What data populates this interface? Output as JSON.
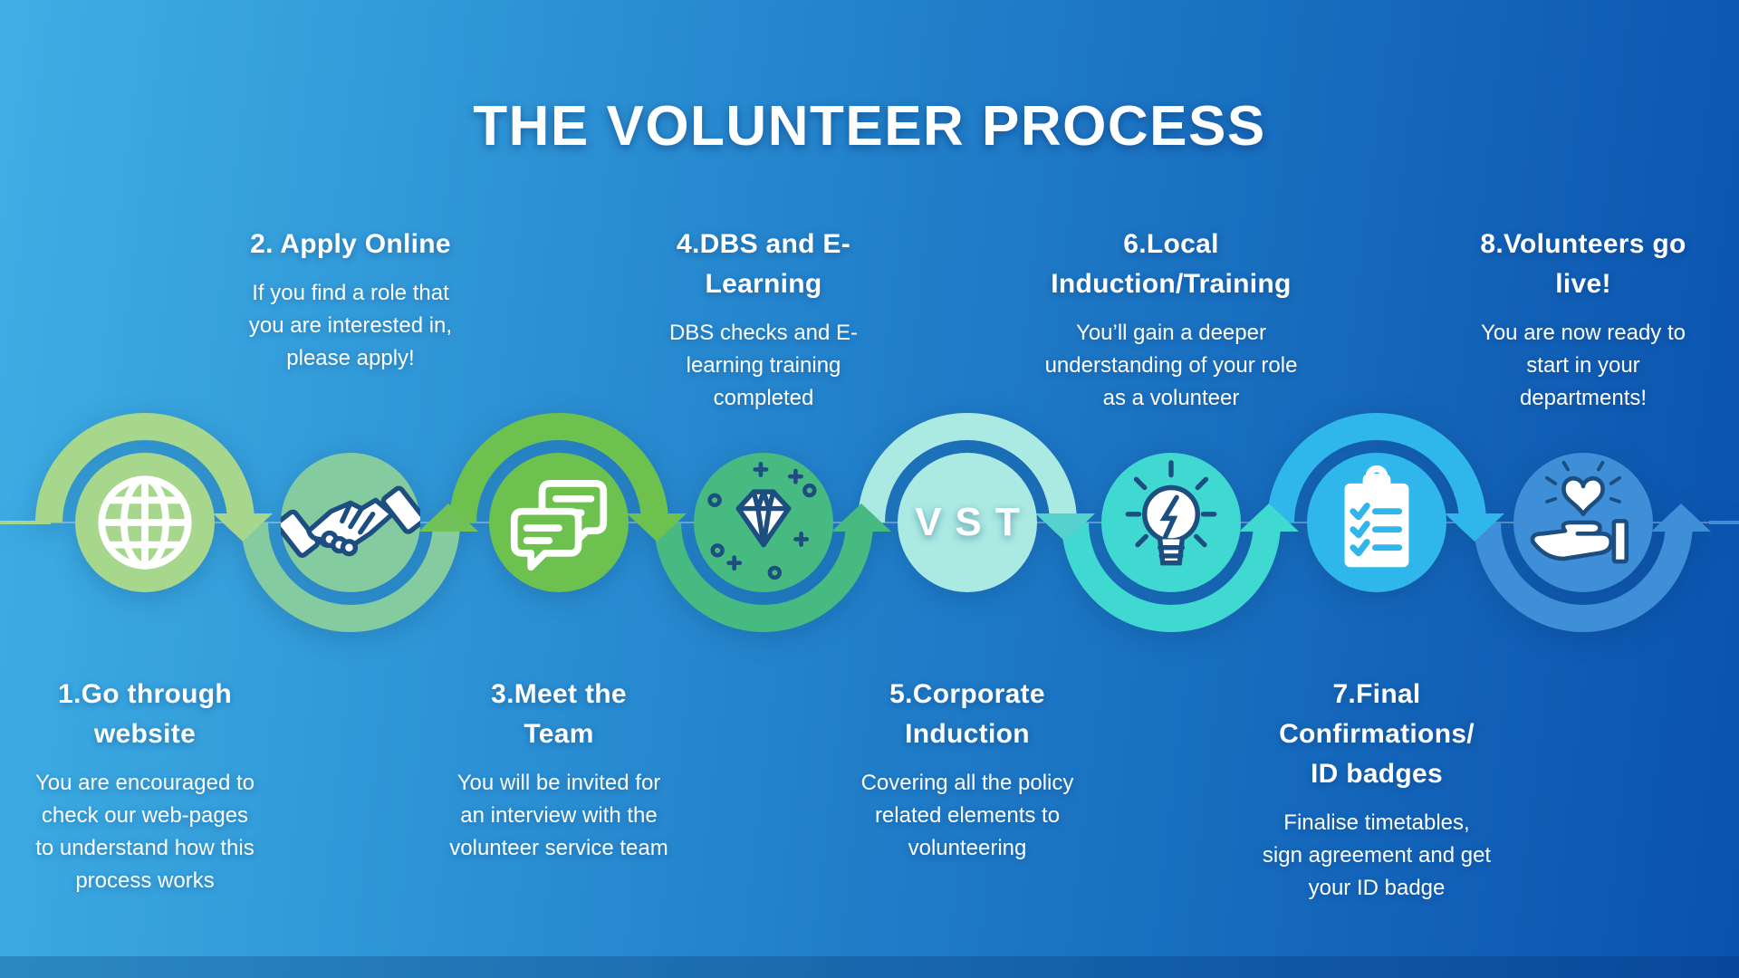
{
  "title": "THE VOLUNTEER PROCESS",
  "palette": {
    "bg_left": "#3FAFE5",
    "bg_mid": "#2383CC",
    "bg_right": "#0A52AE",
    "icon_navy": "#1D4E80",
    "white": "#FFFFFF",
    "footer_shade": "rgba(4,38,95,0.25)"
  },
  "steps": [
    {
      "id": 1,
      "title": "1.Go through\nwebsite",
      "description": "You are encouraged to\ncheck our web-pages\nto understand how this\nprocess works",
      "color": "#A6D78D",
      "icon": "globe-icon",
      "label_position": "bottom"
    },
    {
      "id": 2,
      "title": "2. Apply Online",
      "description": "If you find a role that\nyou are interested in,\nplease apply!",
      "color": "#85CBA0",
      "icon": "handshake-icon",
      "label_position": "top"
    },
    {
      "id": 3,
      "title": "3.Meet the\nTeam",
      "description": "You will be invited for\nan interview with the\nvolunteer service team",
      "color": "#6CC14F",
      "icon": "chat-bubbles-icon",
      "label_position": "bottom"
    },
    {
      "id": 4,
      "title": "4.DBS and E-\nLearning",
      "description": "DBS checks and E-\nlearning training\ncompleted",
      "color": "#47BA81",
      "icon": "diamond-icon",
      "label_position": "top"
    },
    {
      "id": 5,
      "title": "5.Corporate\nInduction",
      "description": "Covering all the policy\nrelated elements to\nvolunteering",
      "color": "#ABEAE3",
      "icon": "vst-badge",
      "vst": "VST",
      "label_position": "bottom"
    },
    {
      "id": 6,
      "title": "6.Local\nInduction/Training",
      "description": "You’ll gain a deeper\nunderstanding of your role\nas a volunteer",
      "color": "#40D9D2",
      "icon": "lightbulb-icon",
      "label_position": "top"
    },
    {
      "id": 7,
      "title": "7.Final\nConfirmations/\nID badges",
      "description": "Finalise timetables,\nsign agreement and get\nyour ID badge",
      "color": "#2FB7EC",
      "icon": "clipboard-checklist-icon",
      "label_position": "bottom"
    },
    {
      "id": 8,
      "title": "8.Volunteers go\nlive!",
      "description": "You are now ready to\nstart in your\ndepartments!",
      "color": "#3F8ED8",
      "icon": "hand-heart-icon",
      "label_position": "top"
    }
  ],
  "arrows": [
    {
      "color": "#A6D78D",
      "direction": "down"
    },
    {
      "color": "#6FC158",
      "direction": "up"
    },
    {
      "color": "#6CC14F",
      "direction": "down"
    },
    {
      "color": "#47BA81",
      "direction": "up"
    },
    {
      "color": "#55D2CE",
      "direction": "down"
    },
    {
      "color": "#40D9D2",
      "direction": "up"
    },
    {
      "color": "#2FB7EC",
      "direction": "down"
    },
    {
      "color": "#3F8ED8",
      "direction": "up"
    }
  ]
}
